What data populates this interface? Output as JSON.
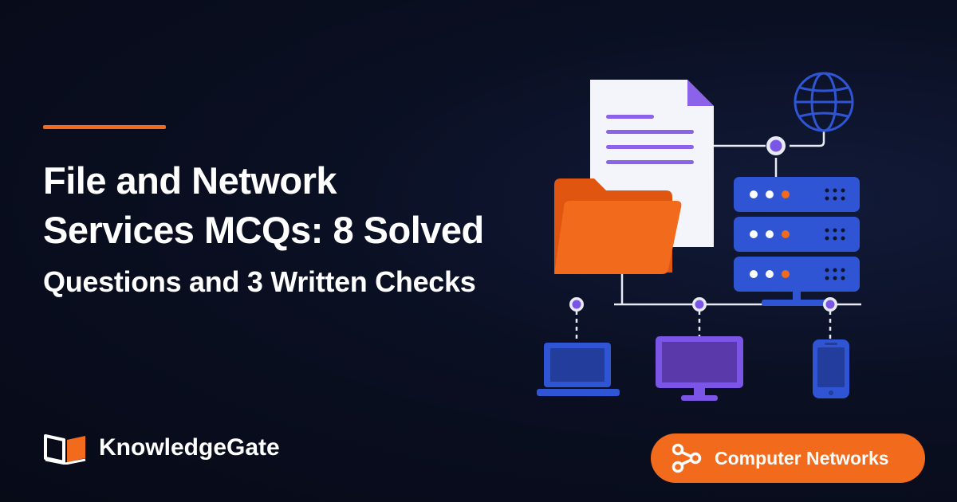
{
  "headline": {
    "line1": "File and Network",
    "line2": "Services MCQs: 8 Solved",
    "line3": "Questions and 3 Written Checks"
  },
  "brand": {
    "name": "KnowledgeGate"
  },
  "category": {
    "label": "Computer Networks",
    "icon": "network-nodes-icon"
  },
  "illustration": {
    "icons": [
      "document-icon",
      "folder-icon",
      "globe-icon",
      "server-rack-icon",
      "laptop-icon",
      "monitor-icon",
      "smartphone-icon"
    ]
  },
  "colors": {
    "accent": "#f26a1b",
    "background": "#0a0f22",
    "server_blue": "#2f55d4",
    "device_purple": "#7b55e6",
    "document_corner": "#8a63e8"
  }
}
